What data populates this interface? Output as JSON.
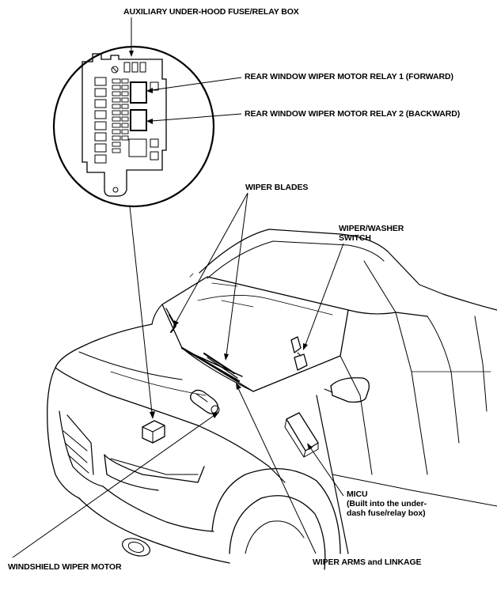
{
  "labels": {
    "fuse_box": "AUXILIARY UNDER-HOOD FUSE/RELAY BOX",
    "relay1": "REAR WINDOW WIPER MOTOR RELAY 1 (FORWARD)",
    "relay2": "REAR WINDOW WIPER MOTOR RELAY 2 (BACKWARD)",
    "wiper_blades": "WIPER BLADES",
    "washer_switch_line1": "WIPER/WASHER",
    "washer_switch_line2": "SWITCH",
    "micu_line1": "MICU",
    "micu_line2": "(Built into the under-",
    "micu_line3": "dash fuse/relay box)",
    "wiper_arms": "WIPER ARMS and LINKAGE",
    "wiper_motor": "WINDSHIELD WIPER MOTOR"
  },
  "colors": {
    "ink": "#000000",
    "background": "#ffffff",
    "shade": "#cfcfcf"
  }
}
